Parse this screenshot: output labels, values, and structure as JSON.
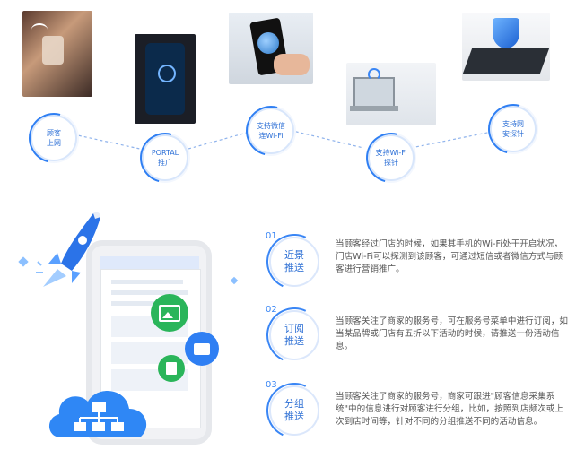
{
  "flow_nodes": [
    {
      "label": "顾客\n上网"
    },
    {
      "label": "PORTAL\n推广"
    },
    {
      "label": "支持微信\n连Wi-Fi"
    },
    {
      "label": "支持Wi-Fi\n探针"
    },
    {
      "label": "支持网\n安探针"
    }
  ],
  "features": [
    {
      "num": "01",
      "title": "近景推送",
      "desc": "当顾客经过门店的时候，如果其手机的Wi-Fi处于开启状况，门店Wi-Fi可以探测到该顾客，可通过短信或者微信方式与顾客进行营销推广。"
    },
    {
      "num": "02",
      "title": "订阅推送",
      "desc": "当顾客关注了商家的服务号，可在服务号菜单中进行订阅，如当某品牌或门店有五折以下活动的时候，请推送一份活动信息。"
    },
    {
      "num": "03",
      "title": "分组推送",
      "desc": "当顾客关注了商家的服务号，商家可跟进\"顾客信息采集系统\"中的信息进行对顾客进行分组，比如，按照到店频次或上次到店时间等，针对不同的分组推送不同的活动信息。"
    }
  ],
  "colors": {
    "accent": "#2f7ff3",
    "text": "#555555"
  }
}
